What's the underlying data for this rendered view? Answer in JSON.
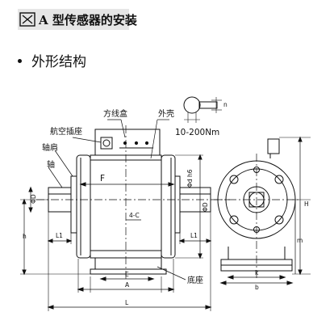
{
  "header": {
    "title": "A 型传感器的安装"
  },
  "section": {
    "label": "外形结构"
  },
  "labels": {
    "junction_box": "方线盒",
    "housing": "外壳",
    "aviation_socket": "航空插座",
    "shaft_shoulder": "轴肩",
    "shaft": "轴",
    "base": "底座",
    "range": "10-200Nm",
    "F": "F",
    "E": "E",
    "A": "A",
    "L": "L",
    "L1_left": "L1",
    "L1_right": "L1",
    "C": "4-C",
    "D1": "Φd h6",
    "D": "ΦD",
    "D2": "ΦD",
    "H": "H",
    "h": "h",
    "m": "m",
    "b": "b",
    "k": "k",
    "n": "n"
  }
}
